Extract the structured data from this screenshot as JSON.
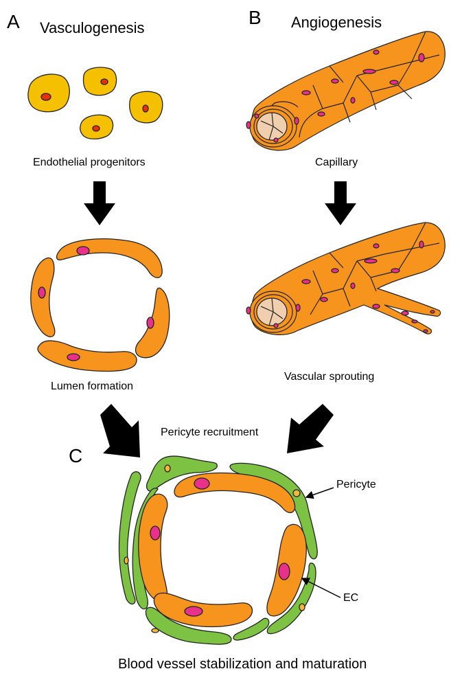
{
  "panels": {
    "a": {
      "letter": "A",
      "title": "Vasculogenesis"
    },
    "b": {
      "letter": "B",
      "title": "Angiogenesis"
    },
    "c": {
      "letter": "C"
    }
  },
  "captions": {
    "endothelial_progenitors": "Endothelial progenitors",
    "capillary": "Capillary",
    "lumen_formation": "Lumen formation",
    "vascular_sprouting": "Vascular sprouting",
    "pericyte_recruitment": "Pericyte recruitment",
    "pericyte": "Pericyte",
    "ec": "EC",
    "final": "Blood vessel stabilization and maturation"
  },
  "colors": {
    "progenitor_fill": "#f5c000",
    "progenitor_nucleus": "#e8300a",
    "endothelial_fill": "#f7941d",
    "endothelial_nucleus": "#e8318a",
    "pericyte_fill": "#7dc242",
    "pericyte_nucleus": "#f5b73a",
    "lumen_fill": "#f0cfae",
    "outline": "#222222"
  }
}
